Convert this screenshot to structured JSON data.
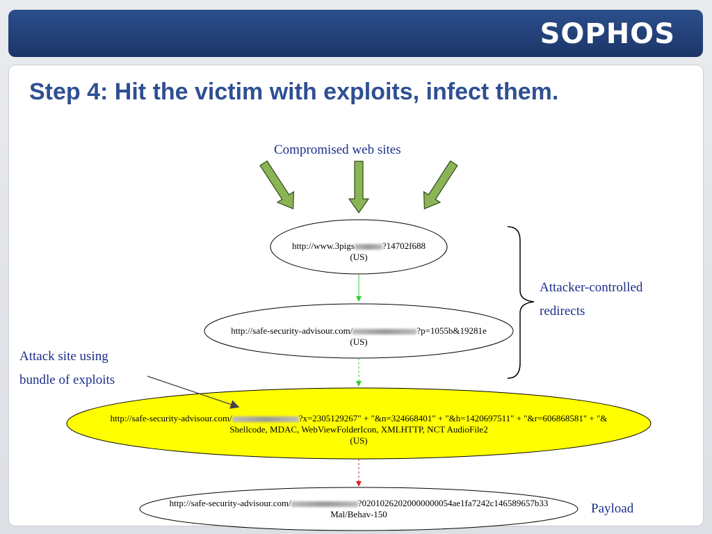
{
  "brand": {
    "logo": "SOPHOS"
  },
  "slide": {
    "title": "Step 4: Hit the victim with exploits, infect them."
  },
  "labels": {
    "compromised": "Compromised web sites",
    "redirects_line1": "Attacker-controlled",
    "redirects_line2": "redirects",
    "attack_line1": "Attack site using",
    "attack_line2": "bundle of exploits",
    "payload": "Payload"
  },
  "nodes": [
    {
      "url_start": "http://www.3pigs",
      "url_end": "?14702f688",
      "location": "(US)"
    },
    {
      "url_start": "http://safe-security-advisour.com/",
      "url_end": "?p=1055b&19281e",
      "location": "(US)"
    },
    {
      "url_start": "http://safe-security-advisour.com/",
      "url_end": "?x=2305129267\" + \"&n=324668401\" + \"&h=1420697511\" + \"&r=606868581\" + \"&",
      "detail": "Shellcode, MDAC, WebViewFolderIcon, XMLHTTP, NCT AudioFile2",
      "location": "(US)"
    },
    {
      "url_start": "http://safe-security-advisour.com/",
      "url_end": "?02010262020000000054ae1fa7242c146589657b33",
      "detail": "Mal/Behav-150"
    }
  ],
  "colors": {
    "arrow_green": "#8bb455",
    "attack_fill": "#ffff00",
    "edge_green": "#33cc33",
    "edge_red": "#dd2222"
  }
}
